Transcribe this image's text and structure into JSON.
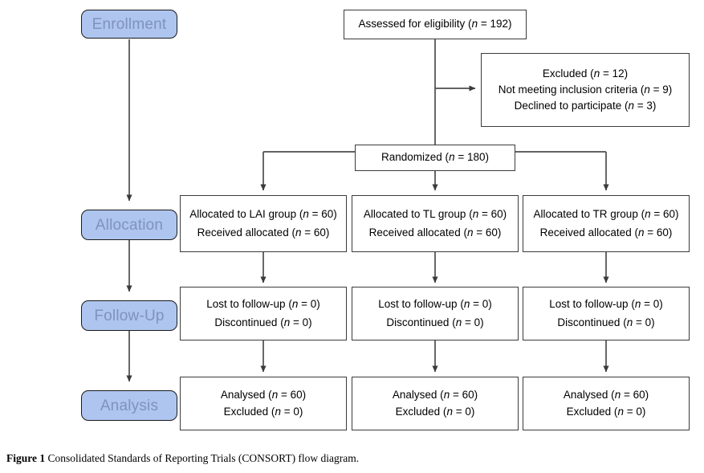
{
  "figure": {
    "caption_label": "Figure 1",
    "caption_text": "Consolidated Standards of Reporting Trials (CONSORT) flow diagram."
  },
  "colors": {
    "stage_fill": "#aec5ef",
    "stage_border": "#1a1a1a",
    "stage_text": "#7f93bb",
    "box_border": "#3b3b3b",
    "connector": "#4d4d4d",
    "page_background": "#ffffff"
  },
  "stages": [
    {
      "id": "enrollment",
      "label": "Enrollment"
    },
    {
      "id": "allocation",
      "label": "Allocation"
    },
    {
      "id": "followup",
      "label": "Follow-Up"
    },
    {
      "id": "analysis",
      "label": "Analysis"
    }
  ],
  "enrollment": {
    "assessed": {
      "line1_pre": "Assessed for eligibility (",
      "line1_var": "n",
      "line1_post": " = 192)"
    },
    "excluded": {
      "line1_pre": "Excluded  (",
      "line1_var": "n",
      "line1_post": " = 12)",
      "line2_pre": "Not meeting inclusion criteria (",
      "line2_var": "n",
      "line2_post": " = 9)",
      "line3_pre": "Declined to participate (",
      "line3_var": "n",
      "line3_post": " = 3)"
    },
    "randomized": {
      "line1_pre": "Randomized (",
      "line1_var": "n",
      "line1_post": " = 180)"
    }
  },
  "allocation": {
    "arms": [
      {
        "id": "lai",
        "line1_pre": "Allocated to LAI group (",
        "line1_var": "n",
        "line1_post": " = 60)",
        "line2_pre": "Received allocated (",
        "line2_var": "n",
        "line2_post": " = 60)"
      },
      {
        "id": "tl",
        "line1_pre": "Allocated to TL group (",
        "line1_var": "n",
        "line1_post": " = 60)",
        "line2_pre": "Received allocated (",
        "line2_var": "n",
        "line2_post": " = 60)"
      },
      {
        "id": "tr",
        "line1_pre": "Allocated to TR group (",
        "line1_var": "n",
        "line1_post": " = 60)",
        "line2_pre": "Received allocated (",
        "line2_var": "n",
        "line2_post": " = 60)"
      }
    ]
  },
  "followup": {
    "arms": [
      {
        "id": "lai",
        "line1_pre": "Lost to follow-up (",
        "line1_var": "n",
        "line1_post": " = 0)",
        "line2_pre": "Discontinued (",
        "line2_var": "n",
        "line2_post": " = 0)"
      },
      {
        "id": "tl",
        "line1_pre": "Lost to follow-up (",
        "line1_var": "n",
        "line1_post": " = 0)",
        "line2_pre": "Discontinued (",
        "line2_var": "n",
        "line2_post": " = 0)"
      },
      {
        "id": "tr",
        "line1_pre": "Lost to follow-up (",
        "line1_var": "n",
        "line1_post": " = 0)",
        "line2_pre": "Discontinued (",
        "line2_var": "n",
        "line2_post": " = 0)"
      }
    ]
  },
  "analysis": {
    "arms": [
      {
        "id": "lai",
        "line1_pre": "Analysed  (",
        "line1_var": "n",
        "line1_post": " = 60)",
        "line2_pre": "Excluded (",
        "line2_var": "n",
        "line2_post": " = 0)"
      },
      {
        "id": "tl",
        "line1_pre": "Analysed  (",
        "line1_var": "n",
        "line1_post": " = 60)",
        "line2_pre": "Excluded (",
        "line2_var": "n",
        "line2_post": " = 0)"
      },
      {
        "id": "tr",
        "line1_pre": "Analysed  (",
        "line1_var": "n",
        "line1_post": " = 60)",
        "line2_pre": "Excluded (",
        "line2_var": "n",
        "line2_post": " = 0)"
      }
    ]
  }
}
